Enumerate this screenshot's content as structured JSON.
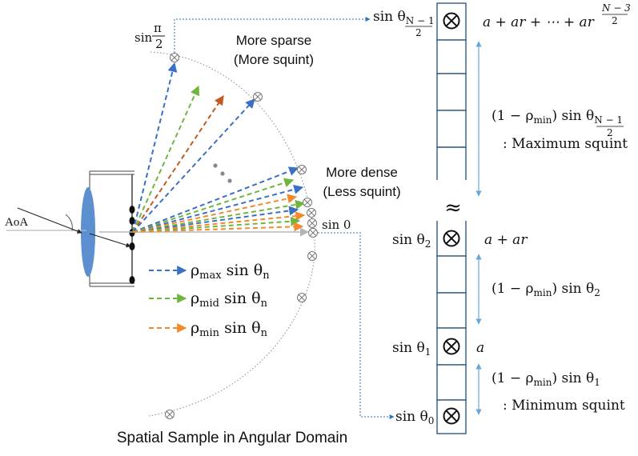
{
  "texts": {
    "aoa": "AoA",
    "sin_pi_over_2": "sin",
    "pi": "π",
    "two": "2",
    "more_sparse": "More sparse",
    "more_squint": "(More squint)",
    "more_dense": "More dense",
    "less_squint": "(Less squint)",
    "sin0": "sin 0",
    "caption": "Spatial Sample in Angular Domain",
    "approx": "≈",
    "sin": "sin",
    "theta": "θ",
    "sub_n_minus_1": "N − 1",
    "sub_2": "2",
    "sub_1": "1",
    "sub_0": "0",
    "sub_two_below": "2",
    "series_top": "a + ar + ⋯ + ar",
    "exp_top": "N − 3",
    "exp_bottom": "2",
    "series_2": "a + ar",
    "series_1": "a",
    "factor_open": "(1 − ρ",
    "factor_min": "min",
    "factor_close": ") sin θ",
    "max_squint": ": Maximum squint",
    "min_squint": ": Minimum squint"
  },
  "legend": [
    {
      "rho": "ρ",
      "sub": "max",
      "rest": " sin θ",
      "n": "n",
      "color": "#3a6fc4"
    },
    {
      "rho": "ρ",
      "sub": "mid",
      "rest": " sin θ",
      "n": "n",
      "color": "#6fb63f"
    },
    {
      "rho": "ρ",
      "sub": "min",
      "rest": " sin θ",
      "n": "n",
      "color": "#f28a2e"
    }
  ],
  "colors": {
    "blue": "#3a6fc4",
    "green": "#6fb63f",
    "orange": "#f28a2e",
    "dark_orange": "#c45a1f",
    "lens": "#5b8fd0",
    "connector": "#2e75b6",
    "arrow_axis": "#6aa6d8"
  }
}
